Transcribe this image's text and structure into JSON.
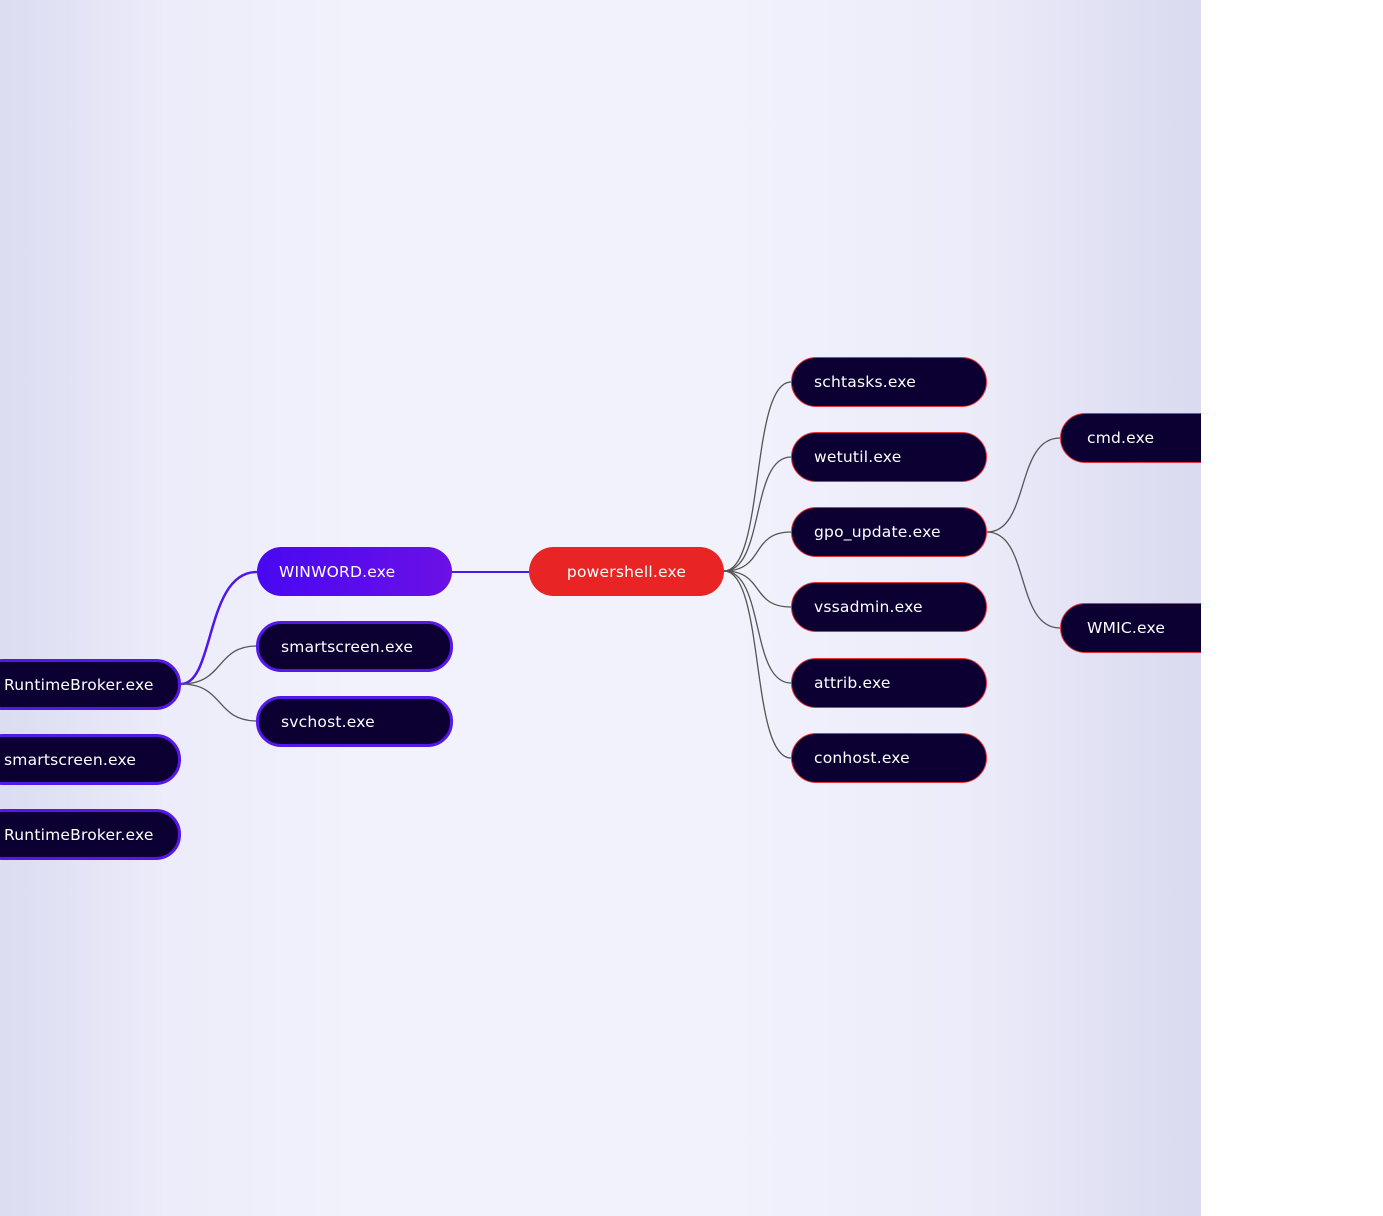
{
  "colors": {
    "root": "#e82424",
    "parent": "#4808f2",
    "node_bg": "#0c0033",
    "edge": "#4a4a4a"
  },
  "nodes": {
    "root": "powershell.exe",
    "parent": "WINWORD.exe",
    "parent_children": [
      "smartscreen.exe",
      "svchost.exe"
    ],
    "grandparent": "RuntimeBroker.exe",
    "left_siblings": [
      "smartscreen.exe",
      "RuntimeBroker.exe"
    ],
    "children": [
      "schtasks.exe",
      "wetutil.exe",
      "gpo_update.exe",
      "vssadmin.exe",
      "attrib.exe",
      "conhost.exe"
    ],
    "gpo_children": [
      "cmd.exe",
      "WMIC.exe"
    ]
  }
}
